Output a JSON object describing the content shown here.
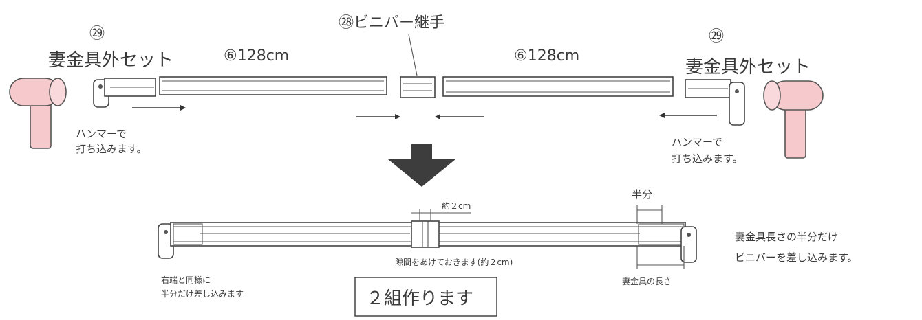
{
  "labels": {
    "part29_num": "㉙",
    "part29_name": "妻金具外セット",
    "rod6": "⑥128cm",
    "joint28": "㉘ビニバー継手",
    "hammer_line1": "ハンマーで",
    "hammer_line2": "打ち込みます。",
    "gap_2cm": "約２cm",
    "half": "半分",
    "gap_note": "隙間をあけておきます(約２cm)",
    "left_note_line1": "右端と同様に",
    "left_note_line2": "半分だけ差し込みます",
    "right_note_line1": "妻金具長さの半分だけ",
    "right_note_line2": "ビニバーを差し込みます。",
    "fitting_length": "妻金具の長さ",
    "make_two": "２組作ります"
  },
  "colors": {
    "hammer": "#f6c9cc",
    "hammer_stroke": "#555555",
    "down_arrow": "#3d3d3d"
  },
  "icons": {
    "hammer": "hammer-icon",
    "down_arrow": "down-arrow-icon"
  }
}
